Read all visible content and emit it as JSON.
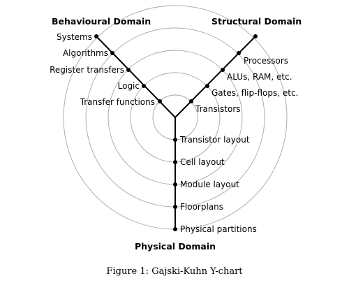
{
  "diagram": {
    "domains": {
      "behavioural": "Behavioural Domain",
      "structural": "Structural Domain",
      "physical": "Physical Domain"
    },
    "behavioural_levels": [
      "Transfer functions",
      "Logic",
      "Register transfers",
      "Algorithms",
      "Systems"
    ],
    "structural_levels": [
      "Transistors",
      "Gates, flip-flops, etc.",
      "ALUs, RAM, etc.",
      "Processors"
    ],
    "physical_levels": [
      "Transistor layout",
      "Cell layout",
      "Module layout",
      "Floorplans",
      "Physical partitions"
    ]
  },
  "caption": {
    "label": "Figure 1:",
    "text": "Gajski-Kuhn Y-chart"
  }
}
